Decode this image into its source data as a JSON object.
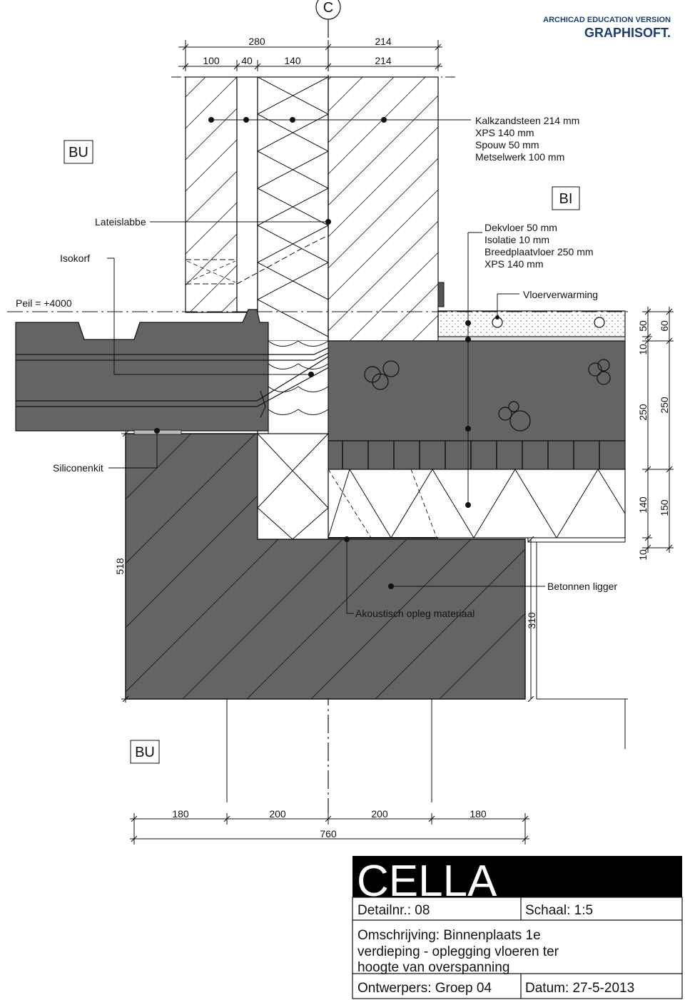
{
  "branding": {
    "line1": "ARCHICAD EDUCATION VERSION",
    "line2": "GRAPHISOFT."
  },
  "grid_axis": {
    "label": "C"
  },
  "dims_top": {
    "total_left": "280",
    "total_right": "214",
    "d1": "100",
    "d2": "40",
    "d3": "140",
    "d4": "214"
  },
  "wall_layers": [
    "Kalkzandsteen 214 mm",
    "XPS 140 mm",
    "Spouw 50 mm",
    "Metselwerk 100 mm"
  ],
  "floor_layers": [
    "Dekvloer 50 mm",
    "Isolatie 10 mm",
    "Breedplaatvloer 250 mm",
    "XPS 140 mm"
  ],
  "labels": {
    "bu_top": "BU",
    "bi": "BI",
    "lateislabbe": "Lateislabbe",
    "isokorf": "Isokorf",
    "peil": "Peil = +4000",
    "vloerverwarming": "Vloerverwarming",
    "siliconenkit": "Siliconenkit",
    "betonnen_ligger": "Betonnen ligger",
    "akoustisch": "Akoustisch opleg materiaal",
    "bu_bottom": "BU"
  },
  "dims_right_inner": [
    "50",
    "10",
    "250",
    "140",
    "10"
  ],
  "dims_right_outer": [
    "60",
    "250",
    "150"
  ],
  "dims_left": {
    "height": "518"
  },
  "dims_beam": {
    "height": "310"
  },
  "dims_bottom": {
    "d1": "180",
    "d2": "200",
    "d3": "200",
    "d4": "180",
    "total": "760"
  },
  "title_block": {
    "project": "CELLA",
    "detail": "Detailnr.: 08",
    "scale": "Schaal: 1:5",
    "desc1": "Omschrijving: Binnenplaats 1e",
    "desc2": "verdieping - oplegging vloeren ter",
    "desc3": "hoogte van overspanning",
    "designers": "Ontwerpers: Groep 04",
    "date": "Datum: 27-5-2013"
  },
  "colors": {
    "concrete": "#646464",
    "line": "#111111",
    "brand": "#1b3d72"
  }
}
